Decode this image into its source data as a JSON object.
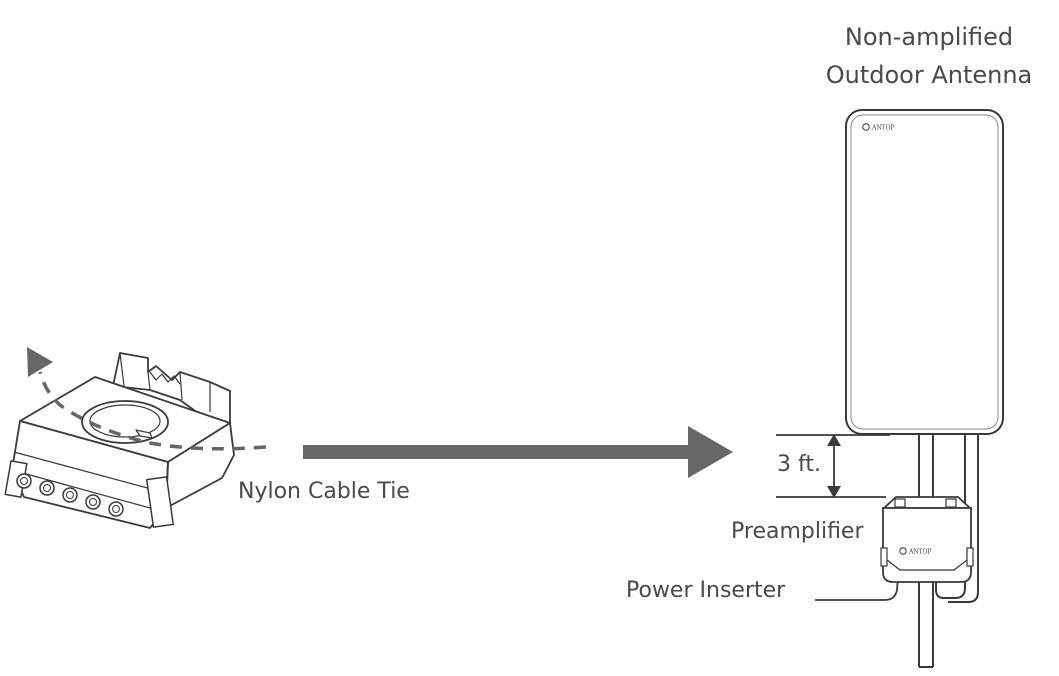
{
  "labels": {
    "antenna_line1": "Non-amplified",
    "antenna_line2": "Outdoor Antenna",
    "cable_tie": "Nylon Cable Tie",
    "preamplifier": "Preamplifier",
    "power_inserter": "Power Inserter",
    "distance": "3 ft."
  },
  "logo_text": "ANTOP",
  "colors": {
    "line": "#3a3a3a",
    "arrow": "#666666",
    "dash": "#666666",
    "text": "#4a4a4a"
  }
}
